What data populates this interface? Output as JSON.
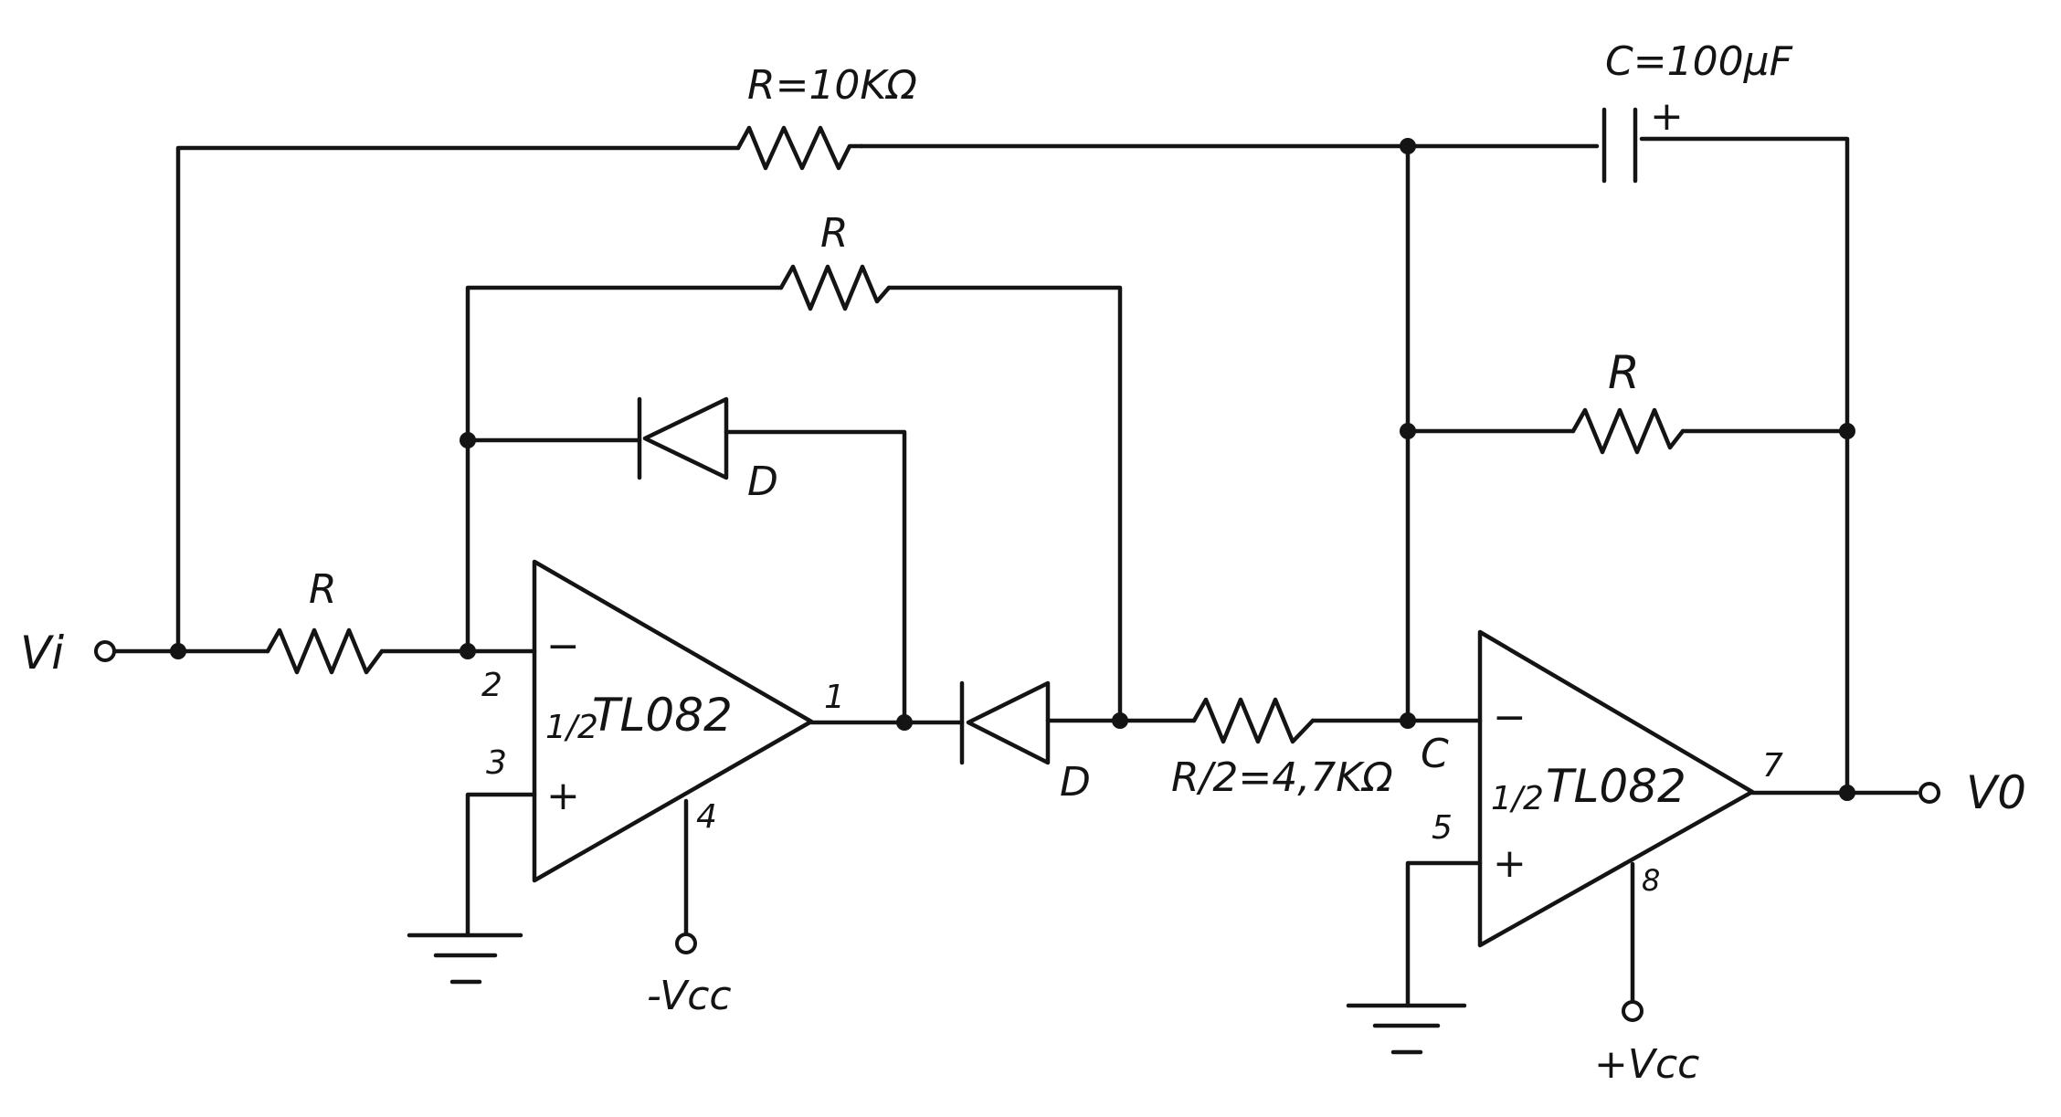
{
  "input_label": "Vi",
  "output_label": "V0",
  "resistors": {
    "top_feedback": "R=10KΩ",
    "upper_loop": "R",
    "input": "R",
    "right_feedback": "R",
    "series": "R/2=4,7KΩ"
  },
  "capacitor": {
    "label": "C=100μF",
    "polarity": "+"
  },
  "diodes": {
    "upper": "D",
    "lower": "D"
  },
  "opamp1": {
    "part_half": "1/2",
    "part_name": "TL082",
    "pin_inv_sign": "−",
    "pin_noninv_sign": "+",
    "pin_inv": "2",
    "pin_noninv": "3",
    "pin_out": "1",
    "pin_supply": "4",
    "supply_label": "-Vcc"
  },
  "opamp2": {
    "part_half": "1/2",
    "part_name": "TL082",
    "pin_inv_sign": "−",
    "pin_noninv_sign": "+",
    "pin_inv_node": "C",
    "pin_noninv": "5",
    "pin_out": "7",
    "pin_supply": "8",
    "supply_label": "+Vcc"
  }
}
